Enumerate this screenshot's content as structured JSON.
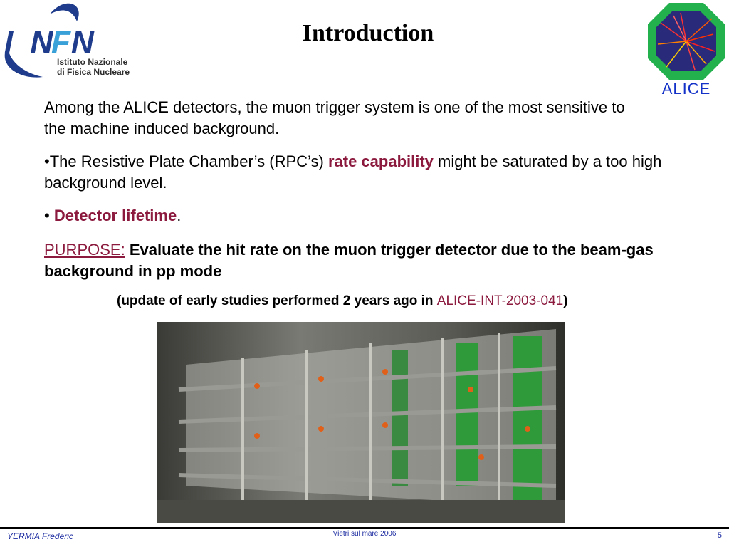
{
  "header": {
    "title": "Introduction",
    "infn_logo_text": "INFN",
    "infn_subtitle_line1": "Istituto Nazionale",
    "infn_subtitle_line2": "di Fisica Nucleare",
    "alice_logo_text": "ALICE"
  },
  "content": {
    "para1": "Among the ALICE detectors, the muon trigger system is one of the most sensitive to the machine induced background.",
    "para2_prefix": "•The Resistive Plate Chamber’s (RPC’s) ",
    "para2_highlight": "rate capability",
    "para2_suffix": " might be saturated by a too high background level.",
    "para3_bullet": "• ",
    "para3_highlight": "Detector lifetime",
    "para3_suffix": ".",
    "purpose_label": "PURPOSE:",
    "purpose_text": " Evaluate the hit rate on the muon trigger detector due to the beam-gas background in pp mode",
    "update_prefix": "(update of early studies performed 2 years ago in ",
    "update_ref": "ALICE-INT-2003-041",
    "update_suffix": ")"
  },
  "footer": {
    "author": "YERMIA Frederic",
    "location_date": "Vietri sul mare 2006",
    "page_number": "5"
  },
  "colors": {
    "highlight": "#8b1a3e",
    "footer_text": "#1a2aa0",
    "alice_blue": "#1432c8",
    "infn_blue": "#1f3c8c",
    "infn_green": "#3aa0d8"
  }
}
